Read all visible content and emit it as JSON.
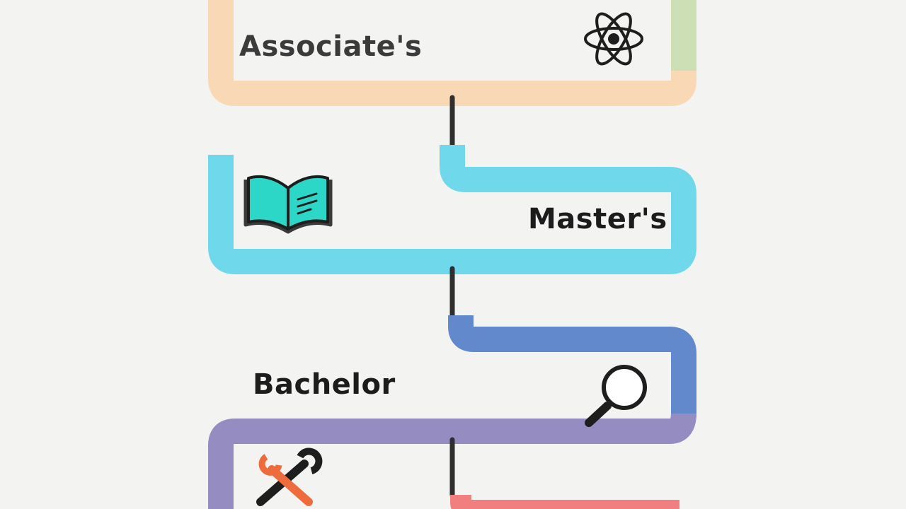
{
  "stages": [
    {
      "label": "Associate's",
      "icon": "atom-icon",
      "color": "#f9d9b5"
    },
    {
      "label": "Master's",
      "icon": "open-book-icon",
      "color": "#6fd8ea"
    },
    {
      "label": "Bachelor",
      "icon": "magnifying-glass-icon",
      "color": "#6289cc"
    }
  ],
  "connector_colors": {
    "top_right_edge": "#cddfb4",
    "bachelor_lower": "#958cc1",
    "bottom_right": "#f27f7f",
    "stem": "#2f2f2f"
  },
  "bottom_icon": "wrench-icon"
}
